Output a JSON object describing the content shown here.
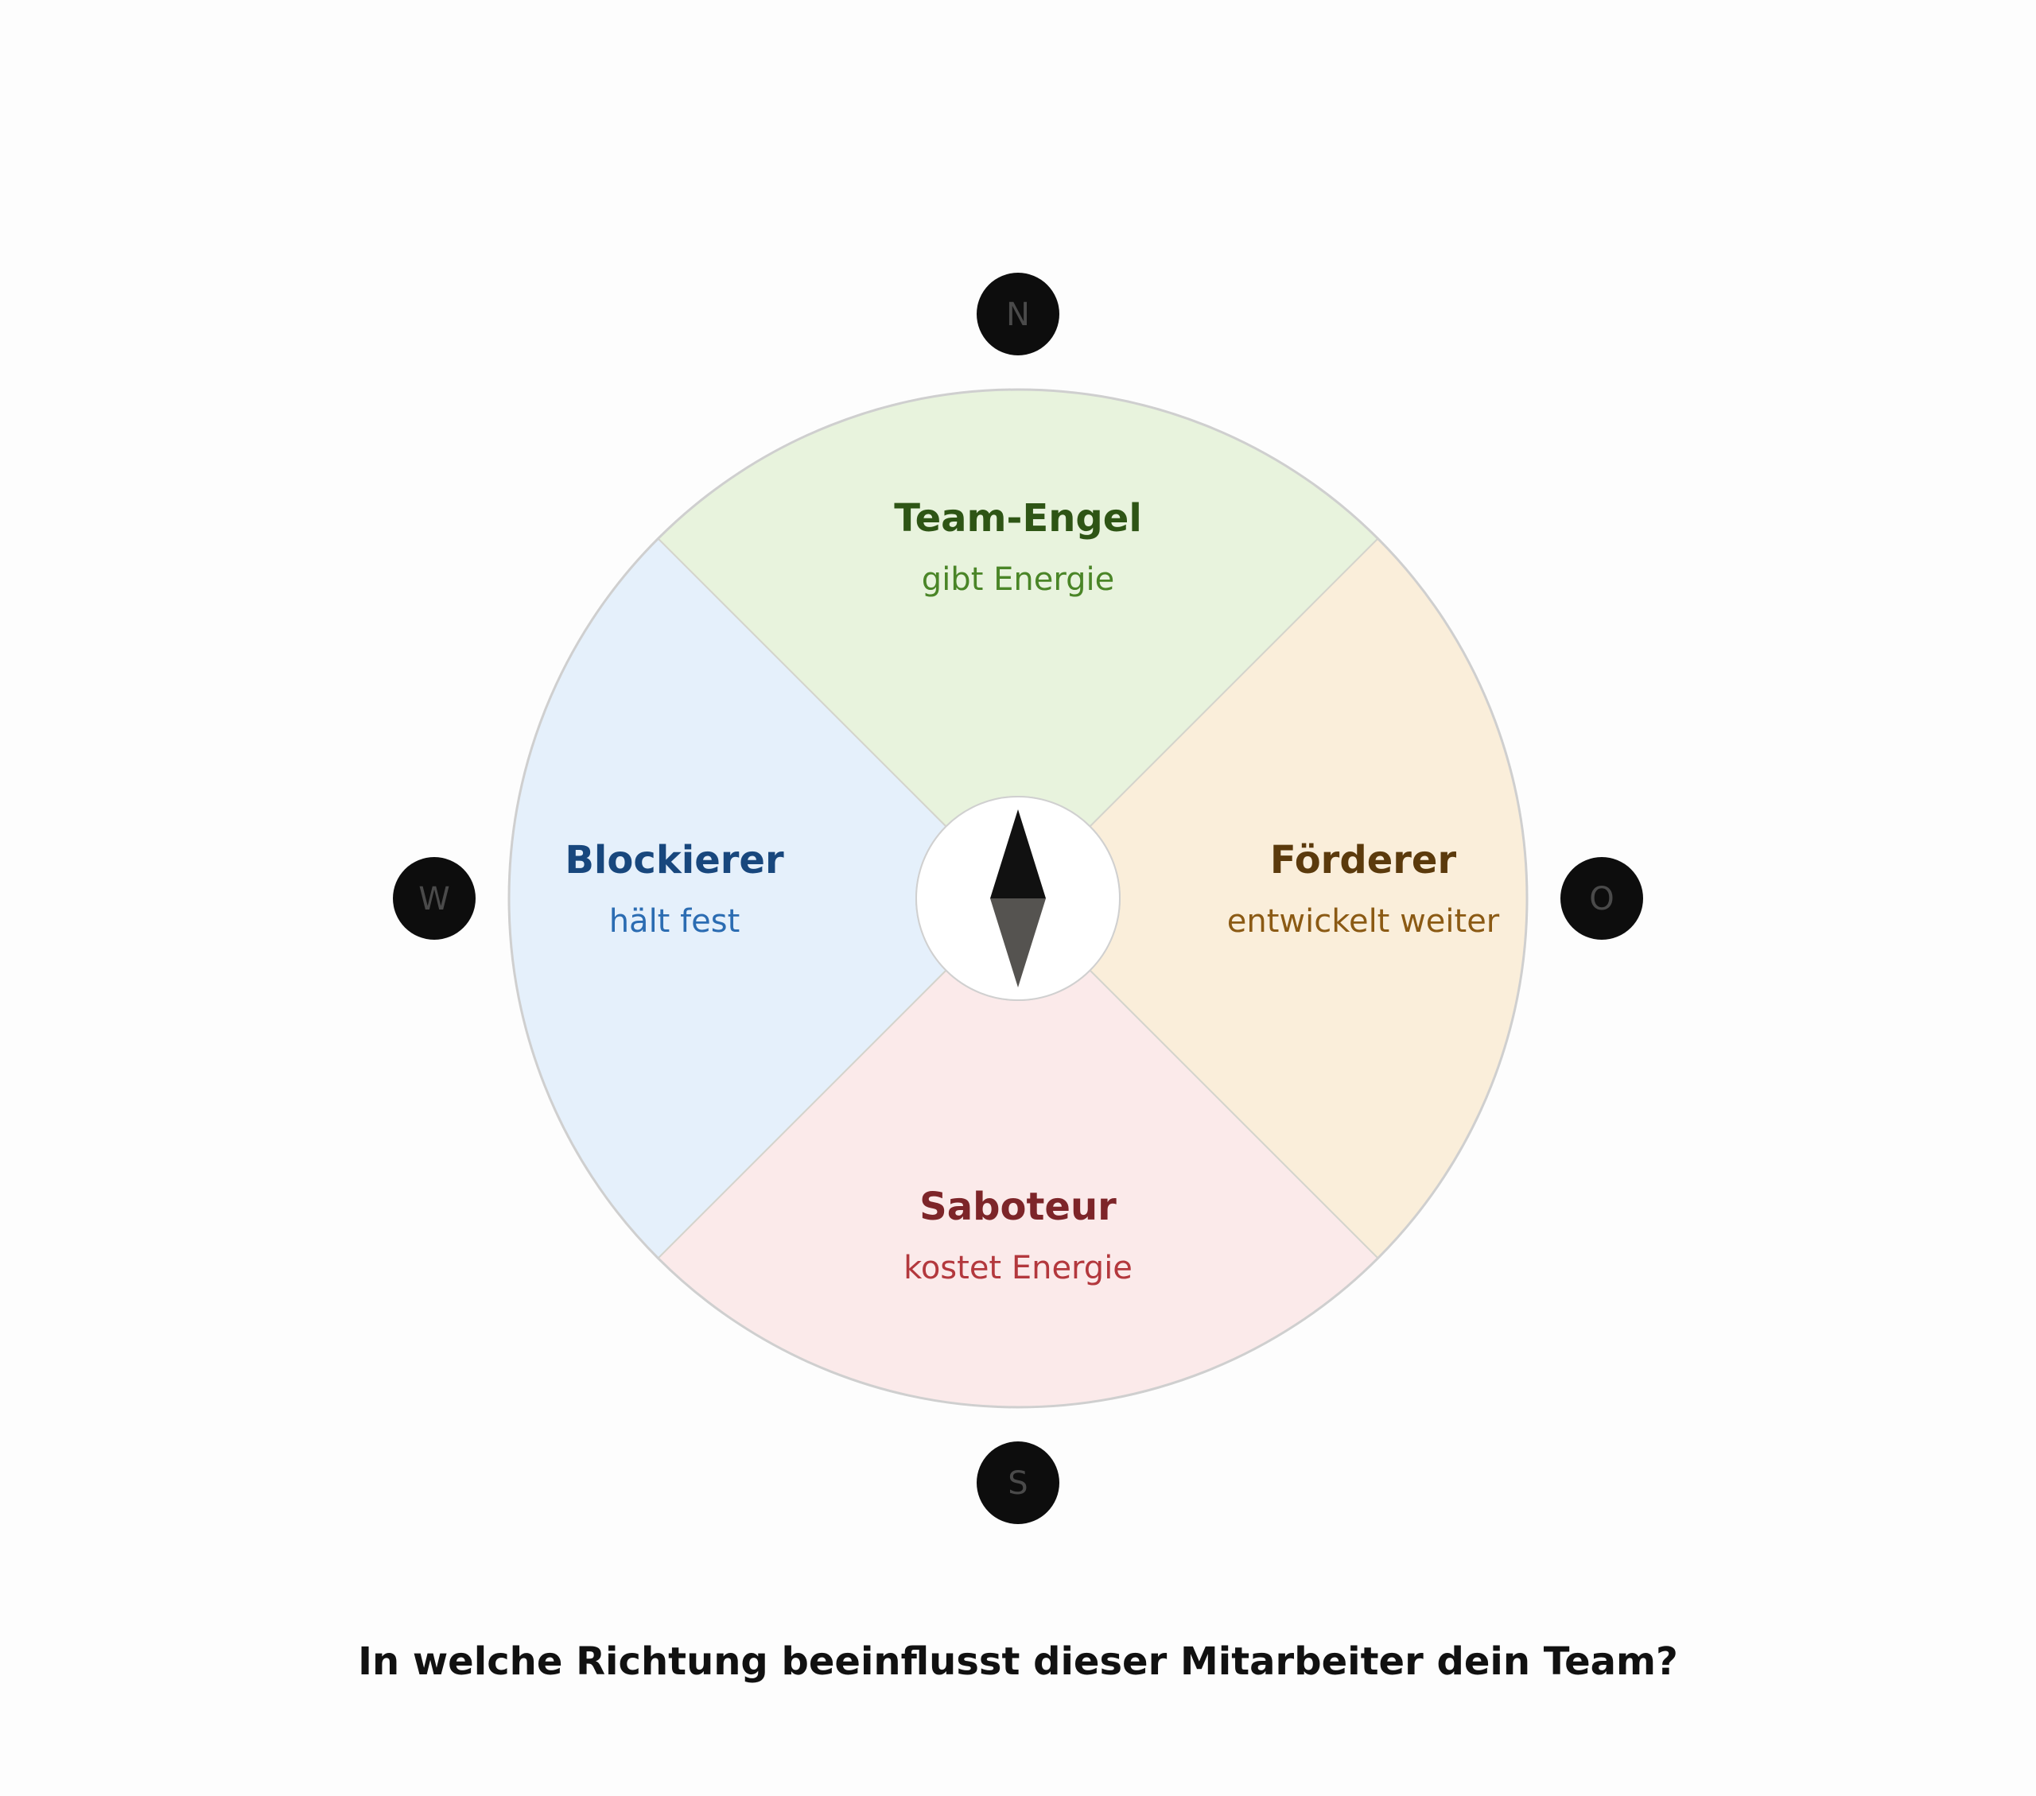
{
  "wheel": {
    "segments": [
      {
        "key": "north",
        "title": "Team-Engel",
        "subtitle": "gibt Energie",
        "fill": "#e8f3dd",
        "title_color": "#2e5515",
        "subtitle_color": "#4a8527"
      },
      {
        "key": "east",
        "title": "Förderer",
        "subtitle": "entwickelt weiter",
        "fill": "#faeeda",
        "title_color": "#5b3a0c",
        "subtitle_color": "#8b5a14"
      },
      {
        "key": "south",
        "title": "Saboteur",
        "subtitle": "kostet Energie",
        "fill": "#fbeaea",
        "title_color": "#7d2529",
        "subtitle_color": "#b3383d"
      },
      {
        "key": "west",
        "title": "Blockierer",
        "subtitle": "hält fest",
        "fill": "#e5f0fb",
        "title_color": "#18477d",
        "subtitle_color": "#2b6cb2"
      }
    ],
    "border_color": "#cfcfcf"
  },
  "directions": {
    "north": "N",
    "east": "O",
    "south": "S",
    "west": "W",
    "marker_color": "#0d0d0d",
    "letter_color": "#4a4a4a"
  },
  "needle": {
    "north_color": "#111111",
    "south_color": "#555350"
  },
  "question": "In welche Richtung beeinflusst dieser Mitarbeiter dein Team?"
}
